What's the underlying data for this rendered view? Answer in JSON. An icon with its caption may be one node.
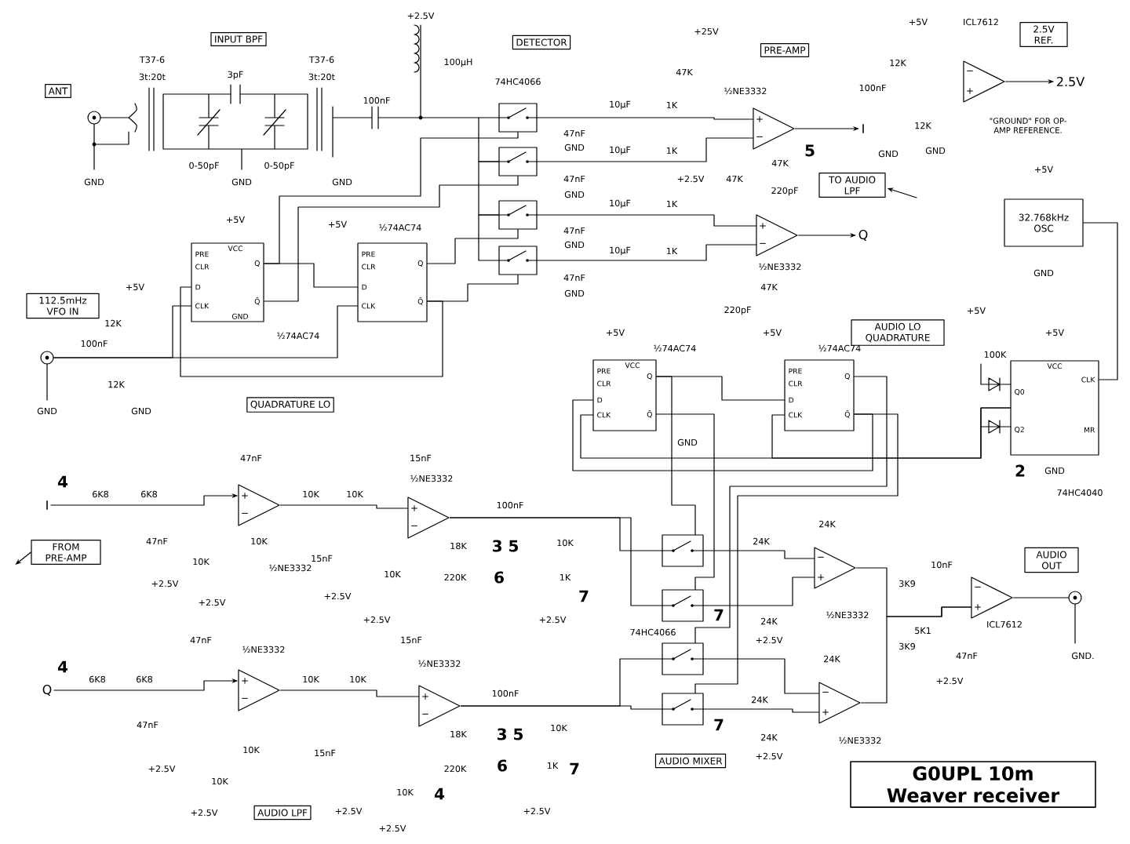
{
  "diagram": {
    "title": "G0UPL 10m Weaver receiver",
    "nodes": [
      {
        "text": [
          "ANT"
        ]
      },
      {
        "text": [
          "INPUT BPF"
        ]
      },
      {
        "text": [
          "DETECTOR"
        ]
      },
      {
        "text": [
          "PRE-AMP"
        ]
      },
      {
        "text": [
          "2.5V REF."
        ]
      },
      {
        "text": [
          "112.5mHz VFO IN"
        ]
      },
      {
        "text": [
          "QUADRATURE LO"
        ]
      },
      {
        "text": [
          "TO AUDIO LPF"
        ]
      },
      {
        "text": [
          "32.768kHz OSC"
        ]
      },
      {
        "text": [
          "AUDIO LO QUADRATURE"
        ]
      },
      {
        "text": [
          "FROM PRE-AMP"
        ]
      },
      {
        "text": [
          "AUDIO LPF"
        ]
      },
      {
        "text": [
          "AUDIO MIXER"
        ]
      },
      {
        "text": [
          "AUDIO OUT"
        ]
      },
      {
        "text": [],
        "shape": "circle"
      },
      {
        "text": [],
        "shape": "circle"
      },
      {
        "text": [],
        "shape": "circle"
      },
      {
        "text": [
          "PRE",
          "CLR",
          "VCC",
          "D",
          "CLK",
          "Q",
          "Q̄",
          "GND"
        ]
      },
      {
        "text": [
          "PRE",
          "CLR",
          "D",
          "CLK",
          "Q",
          "Q̄"
        ]
      },
      {
        "text": [],
        "shape": "box"
      },
      {
        "text": [],
        "shape": "box"
      },
      {
        "text": [],
        "shape": "box"
      },
      {
        "text": [],
        "shape": "box"
      },
      {
        "text": [
          "+",
          "−"
        ]
      },
      {
        "text": [
          "+",
          "−"
        ]
      },
      {
        "text": [
          "−",
          "+"
        ]
      },
      {
        "text": [
          "PRE",
          "CLR",
          "VCC",
          "D",
          "CLK",
          "Q",
          "Q̄"
        ]
      },
      {
        "text": [
          "PRE",
          "CLR",
          "D",
          "CLK",
          "Q",
          "Q̄"
        ]
      },
      {
        "text": [
          "VCC",
          "CLK",
          "Q0",
          "Q2",
          "MR"
        ]
      },
      {
        "text": [
          "+",
          "−"
        ]
      },
      {
        "text": [
          "+",
          "−"
        ]
      },
      {
        "text": [
          "+",
          "−"
        ]
      },
      {
        "text": [
          "+",
          "−"
        ]
      },
      {
        "text": [],
        "shape": "box"
      },
      {
        "text": [],
        "shape": "box"
      },
      {
        "text": [],
        "shape": "box"
      },
      {
        "text": [],
        "shape": "box"
      },
      {
        "text": [
          "−",
          "+"
        ]
      },
      {
        "text": [
          "−",
          "+"
        ]
      },
      {
        "text": [
          "−",
          "+"
        ]
      },
      {
        "text": [
          "I"
        ]
      },
      {
        "text": [
          "Q"
        ]
      },
      {
        "text": [
          "I"
        ]
      },
      {
        "text": [
          "Q"
        ]
      },
      {
        "text": [
          "2.5V"
        ]
      }
    ],
    "edges": [
      {
        "from": 15,
        "to": 17,
        "arrow": "none"
      },
      {
        "from": 15,
        "to": 18,
        "arrow": "none"
      },
      {
        "from": 17,
        "to": 18,
        "arrow": "none"
      },
      {
        "from": 18,
        "to": 17,
        "arrow": "none"
      },
      {
        "from": 17,
        "to": 19,
        "arrow": "none"
      },
      {
        "from": 17,
        "to": 20,
        "arrow": "none"
      },
      {
        "from": 18,
        "to": 21,
        "arrow": "none"
      },
      {
        "from": 18,
        "to": 22,
        "arrow": "none"
      },
      {
        "from": 19,
        "to": 23,
        "arrow": "none"
      },
      {
        "from": 20,
        "to": 23,
        "arrow": "none"
      },
      {
        "from": 21,
        "to": 24,
        "arrow": "none"
      },
      {
        "from": 22,
        "to": 24,
        "arrow": "none"
      },
      {
        "from": 23,
        "to": 40,
        "arrow": "to"
      },
      {
        "from": 24,
        "to": 41,
        "arrow": "to"
      },
      {
        "from": 25,
        "to": 44,
        "arrow": "to"
      },
      {
        "from": null,
        "to": 7,
        "arrow": "to"
      },
      {
        "from": 8,
        "to": 28,
        "arrow": "none"
      },
      {
        "from": 28,
        "to": 26,
        "arrow": "none"
      },
      {
        "from": 28,
        "to": 27,
        "arrow": "none"
      },
      {
        "from": 26,
        "to": 27,
        "arrow": "none"
      },
      {
        "from": 27,
        "to": 26,
        "arrow": "none"
      },
      {
        "from": 42,
        "to": 29,
        "arrow": "to"
      },
      {
        "from": 10,
        "to": null,
        "arrow": "to"
      },
      {
        "from": 43,
        "to": 31,
        "arrow": "to"
      },
      {
        "from": 29,
        "to": 30,
        "arrow": "none"
      },
      {
        "from": 31,
        "to": 32,
        "arrow": "none"
      },
      {
        "from": 30,
        "to": 33,
        "arrow": "none"
      },
      {
        "from": 30,
        "to": 34,
        "arrow": "none"
      },
      {
        "from": 32,
        "to": 35,
        "arrow": "none"
      },
      {
        "from": 32,
        "to": 36,
        "arrow": "none"
      },
      {
        "from": 26,
        "to": 33,
        "arrow": "none"
      },
      {
        "from": 26,
        "to": 34,
        "arrow": "none"
      },
      {
        "from": 27,
        "to": 35,
        "arrow": "none"
      },
      {
        "from": 27,
        "to": 36,
        "arrow": "none"
      },
      {
        "from": 33,
        "to": 37,
        "arrow": "none"
      },
      {
        "from": 34,
        "to": 37,
        "arrow": "none"
      },
      {
        "from": 35,
        "to": 38,
        "arrow": "none"
      },
      {
        "from": 36,
        "to": 38,
        "arrow": "none"
      },
      {
        "from": 37,
        "to": 39,
        "arrow": "none"
      },
      {
        "from": 38,
        "to": 39,
        "arrow": "none"
      },
      {
        "from": 39,
        "to": 16,
        "arrow": "none"
      },
      {
        "from": 19,
        "to": 20,
        "arrow": "none"
      },
      {
        "from": 20,
        "to": 21,
        "arrow": "none"
      },
      {
        "from": 21,
        "to": 22,
        "arrow": "none"
      }
    ],
    "labels": [
      "+2.5V",
      "T37-6",
      "T37-6",
      "100µH",
      "3t:20t",
      "3pF",
      "3t:20t",
      "74HC4066",
      "100nF",
      "0-50pF",
      "0-50pF",
      "GND",
      "GND",
      "GND",
      "+25V",
      "47K",
      "½NE3332",
      "10µF",
      "1K",
      "47nF",
      "GND",
      "10µF",
      "1K",
      "47K",
      "5",
      "47nF",
      "GND",
      "+2.5V",
      "47K",
      "220pF",
      "10µF",
      "1K",
      "47nF",
      "GND",
      "10µF",
      "1K",
      "47nF",
      "GND",
      "½NE3332",
      "47K",
      "220pF",
      "+5V",
      "ICL7612",
      "12K",
      "100nF",
      "12K",
      "GND",
      "GND",
      "\"GROUND\" FOR OP-AMP REFERENCE.",
      "+5V",
      "GND",
      "+5V",
      "½74AC74",
      "+5V",
      "½74AC74",
      "+5V",
      "12K",
      "100nF",
      "12K",
      "GND",
      "GND",
      "+5V",
      "½74AC74",
      "GND",
      "+5V",
      "½74AC74",
      "+5V",
      "100K",
      "+5V",
      "2",
      "GND",
      "74HC4040",
      "4",
      "6K8",
      "6K8",
      "47nF",
      "47nF",
      "+2.5V",
      "10K",
      "10K",
      "½NE3332",
      "+2.5V",
      "10K",
      "10K",
      "15nF",
      "½NE3332",
      "15nF",
      "18K",
      "220K",
      "10K",
      "+2.5V",
      "+2.5V",
      "100nF",
      "3 5",
      "6",
      "10K",
      "1K",
      "7",
      "+2.5V",
      "4",
      "6K8",
      "6K8",
      "47nF",
      "½NE3332",
      "47nF",
      "+2.5V",
      "10K",
      "10K",
      "+2.5V",
      "10K",
      "10K",
      "15nF",
      "½NE3332",
      "15nF",
      "18K",
      "220K",
      "10K",
      "4",
      "+2.5V",
      "+2.5V",
      "100nF",
      "3 5",
      "6",
      "10K",
      "1K",
      "7",
      "+2.5V",
      "74HC4066",
      "7",
      "7",
      "24K",
      "24K",
      "½NE3332",
      "24K",
      "+2.5V",
      "24K",
      "24K",
      "½NE3332",
      "24K",
      "+2.5V",
      "3K9",
      "3K9",
      "10nF",
      "5K1",
      "ICL7612",
      "47nF",
      "+2.5V",
      "GND."
    ]
  }
}
